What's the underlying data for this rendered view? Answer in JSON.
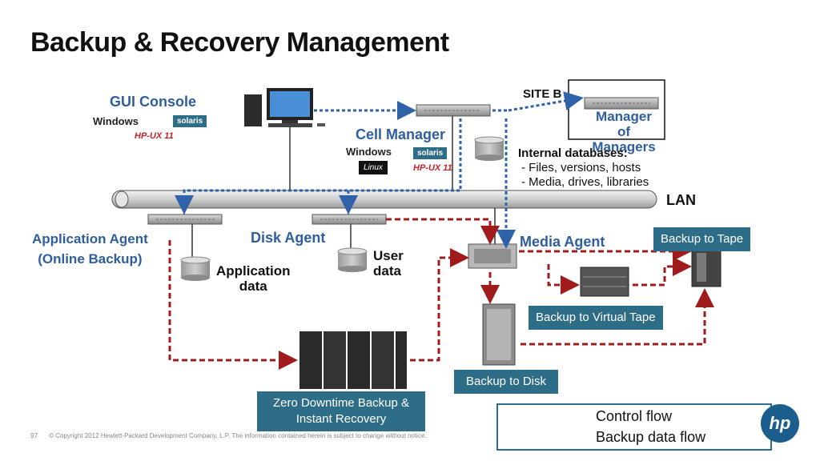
{
  "title": "Backup & Recovery Management",
  "labels": {
    "gui_console": "GUI Console",
    "cell_manager": "Cell Manager",
    "site_b": "SITE B",
    "manager_line1": "Manager",
    "manager_line2": "of Managers",
    "internal_db_title": "Internal databases:",
    "internal_db_line1": "- Files, versions, hosts",
    "internal_db_line2": "- Media, drives, libraries",
    "lan": "LAN",
    "app_agent_line1": "Application Agent",
    "app_agent_line2": "(Online Backup)",
    "disk_agent": "Disk Agent",
    "application_data_line1": "Application",
    "application_data_line2": "data",
    "user_data_line1": "User",
    "user_data_line2": "data",
    "media_agent": "Media Agent",
    "backup_to_tape": "Backup to Tape",
    "backup_to_virtual_tape": "Backup to Virtual Tape",
    "backup_to_disk": "Backup to Disk",
    "zero_downtime_line1": "Zero Downtime Backup &",
    "zero_downtime_line2": "Instant Recovery"
  },
  "os_logos": {
    "windows": "Windows",
    "solaris": "solaris",
    "hpux": "HP-UX 11",
    "linux": "Linux"
  },
  "legend": {
    "control_flow": "Control flow",
    "backup_data_flow": "Backup data flow"
  },
  "footer": {
    "page_number": "97",
    "copyright": "© Copyright 2012 Hewlett-Packard Development Company, L.P. The information contained herein is subject to change without notice."
  },
  "brand": {
    "logo_text": "hp"
  },
  "colors": {
    "control_flow": "#2f62a8",
    "backup_flow": "#a01c1c",
    "teal": "#2e6d87",
    "label_blue": "#2f5e9f"
  }
}
